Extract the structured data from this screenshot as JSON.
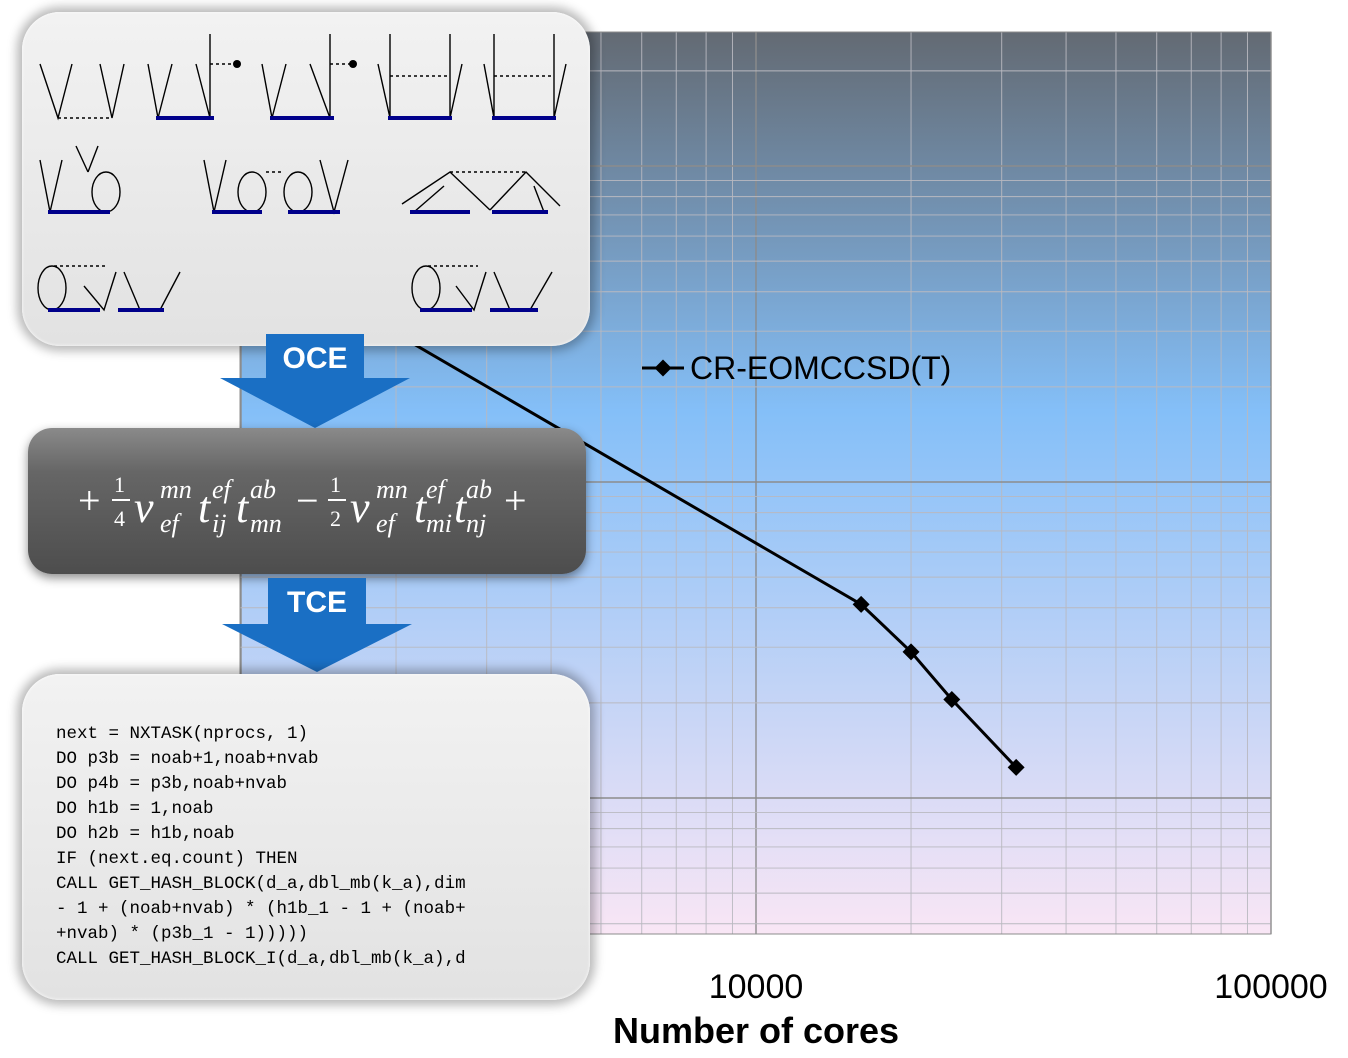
{
  "chart_data": {
    "type": "line",
    "x_scale": "log",
    "xlim": [
      1000,
      100000
    ],
    "y_scale": "log",
    "grid": true,
    "xlabel": "Number of cores",
    "ylabel": "",
    "x_ticks": [
      "10000",
      "100000"
    ],
    "legend_position": "center-right",
    "series": [
      {
        "name": "CR-EOMCCSD(T)",
        "color": "#000000",
        "x": [
          16000,
          20000,
          24000,
          32000
        ],
        "y": [
          4100,
          2900,
          2050,
          1250
        ]
      }
    ]
  },
  "arrows": {
    "first": "OCE",
    "second": "TCE"
  },
  "code_lines": [
    "next = NXTASK(nprocs, 1)",
    "DO p3b = noab+1,noab+nvab",
    "DO p4b = p3b,noab+nvab",
    "DO h1b = 1,noab",
    "DO h2b = h1b,noab",
    "IF (next.eq.count) THEN",
    "CALL GET_HASH_BLOCK(d_a,dbl_mb(k_a),dim",
    "- 1 + (noab+nvab) * (h1b_1 - 1 + (noab+",
    "+nvab) * (p3b_1 - 1)))))",
    "CALL GET_HASH_BLOCK_I(d_a,dbl_mb(k_a),d"
  ],
  "equation": {
    "plus": "+",
    "minus": "−",
    "frac1_num": "1",
    "frac1_den": "4",
    "frac2_num": "1",
    "frac2_den": "2",
    "v": "v",
    "t": "t",
    "mn": "mn",
    "ef": "ef",
    "ij": "ij",
    "ab": "ab",
    "mi": "mi",
    "nj": "nj"
  },
  "colors": {
    "plot_top": "#636a73",
    "plot_mid": "#84bff8",
    "plot_bottom": "#f9e6f5",
    "arrow_blue": "#1a6fc4",
    "diagram_blue": "#00008b"
  }
}
